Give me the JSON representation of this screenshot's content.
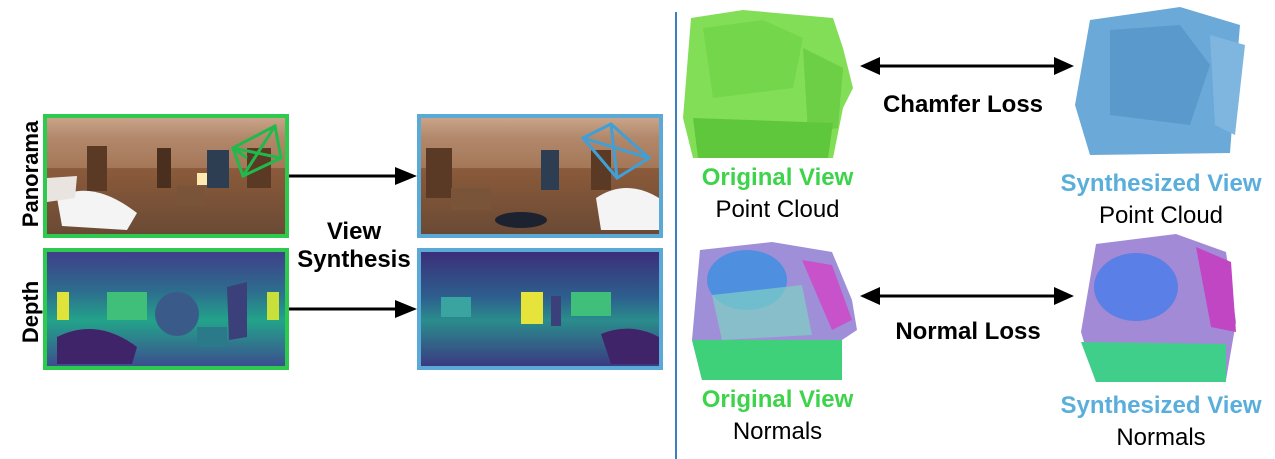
{
  "colors": {
    "original": "#3dd34a",
    "synthesized": "#5aaedb",
    "divider": "#3a7fbf"
  },
  "left": {
    "row_labels": {
      "panorama": "Panorama",
      "depth": "Depth"
    },
    "view_synthesis_label": "View Synthesis"
  },
  "right": {
    "top": {
      "loss_label": "Chamfer Loss",
      "original_title": "Original View",
      "original_sub": "Point Cloud",
      "synth_title": "Synthesized View",
      "synth_sub": "Point Cloud"
    },
    "bottom": {
      "loss_label": "Normal Loss",
      "original_title": "Original View",
      "original_sub": "Normals",
      "synth_title": "Synthesized View",
      "synth_sub": "Normals"
    }
  }
}
